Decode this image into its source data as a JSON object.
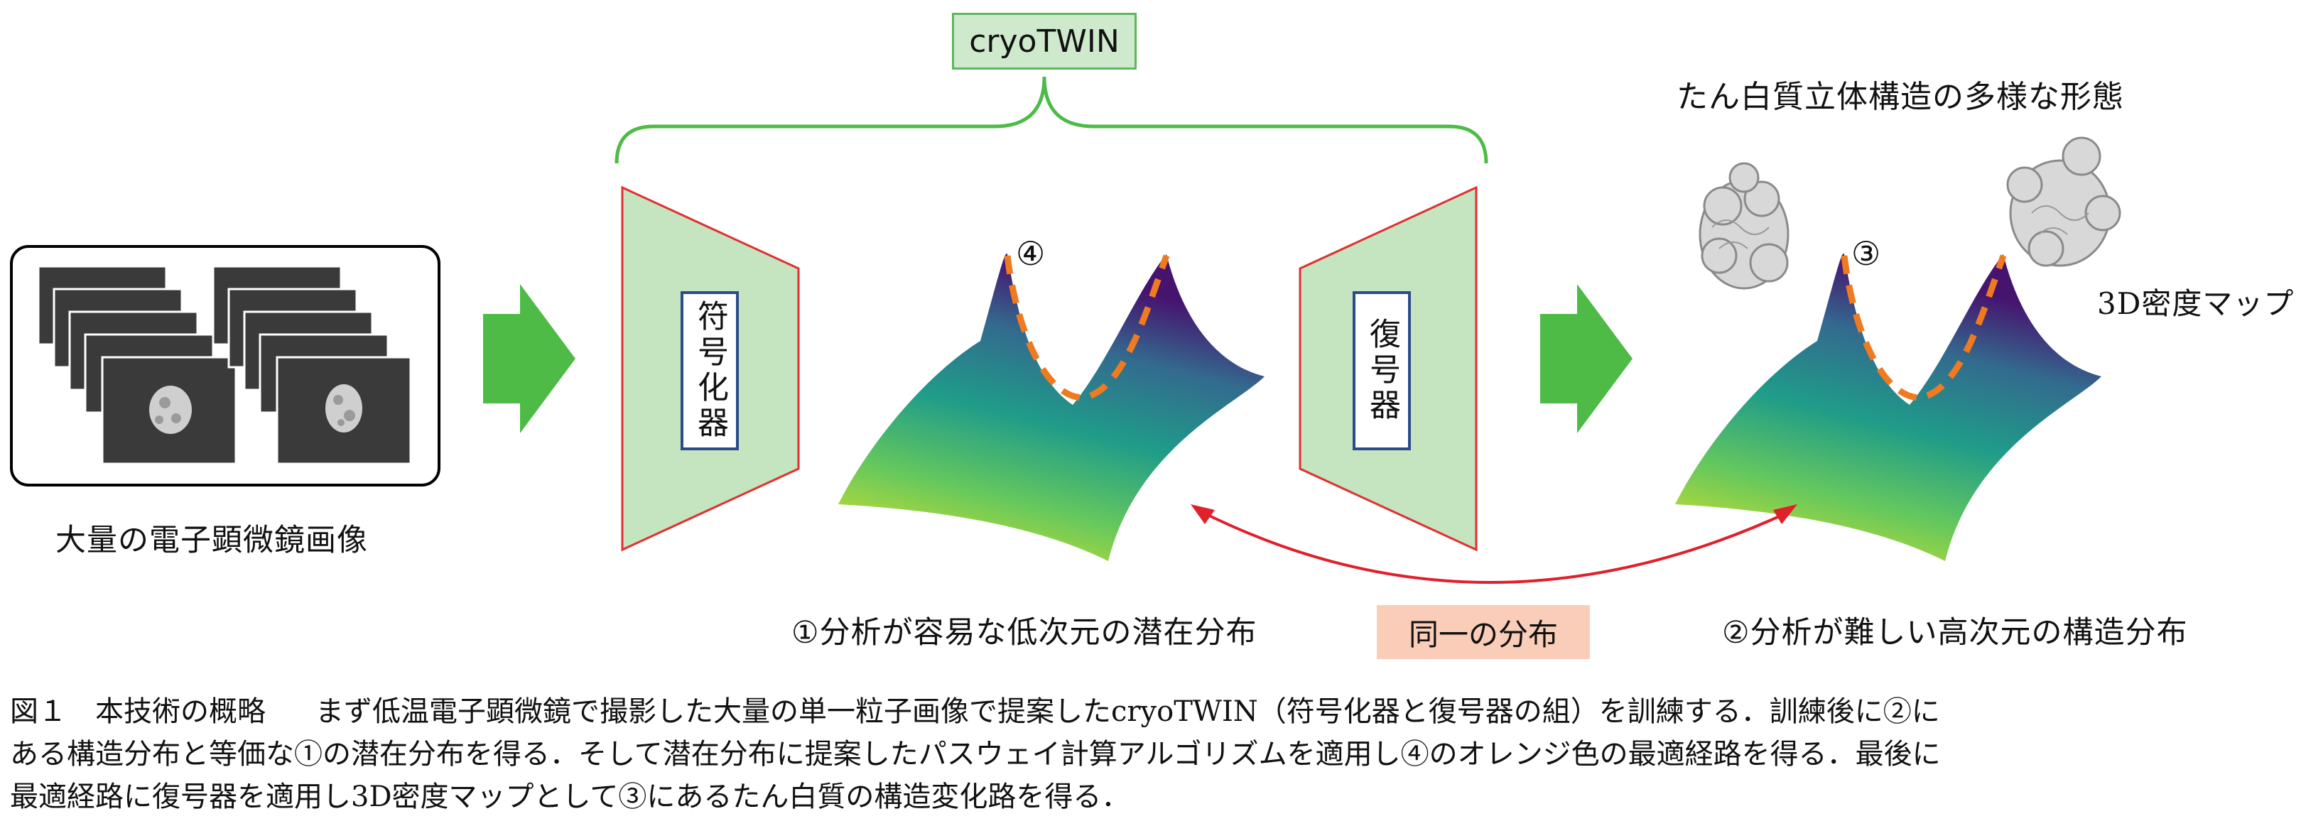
{
  "title_box": "cryoTWIN",
  "input": {
    "caption": "大量の電子顕微鏡画像"
  },
  "encoder": {
    "label": "符号化器"
  },
  "decoder": {
    "label": "復号器"
  },
  "latent": {
    "marker": "④",
    "caption": "①分析が容易な低次元の潜在分布"
  },
  "structure": {
    "heading": "たん白質立体構造の多様な形態",
    "marker": "③",
    "map_label": "3D密度マップ",
    "caption": "②分析が難しい高次元の構造分布"
  },
  "same_distribution": "同一の分布",
  "figure_caption": {
    "figure_label": "図１　本技術の概略",
    "line1": "まず低温電子顕微鏡で撮影した大量の単一粒子画像で提案したcryoTWIN（符号化器と復号器の組）を訓練する．訓練後に②に",
    "line2": "ある構造分布と等価な①の潜在分布を得る．そして潜在分布に提案したパスウェイ計算アルゴリズムを適用し④のオレンジ色の最適経路を得る．最後に",
    "line3": "最適経路に復号器を適用し3D密度マップとして③にあるたん白質の構造変化路を得る．"
  },
  "colors": {
    "block_green": "#c5e4c0",
    "arrow_green": "#4dbb46",
    "trapezoid_border": "#e03030",
    "label_box_border": "#2c4a8c",
    "path_orange": "#f07a20",
    "link_red": "#e0202a",
    "highlight_peach": "#f9cdb8"
  }
}
